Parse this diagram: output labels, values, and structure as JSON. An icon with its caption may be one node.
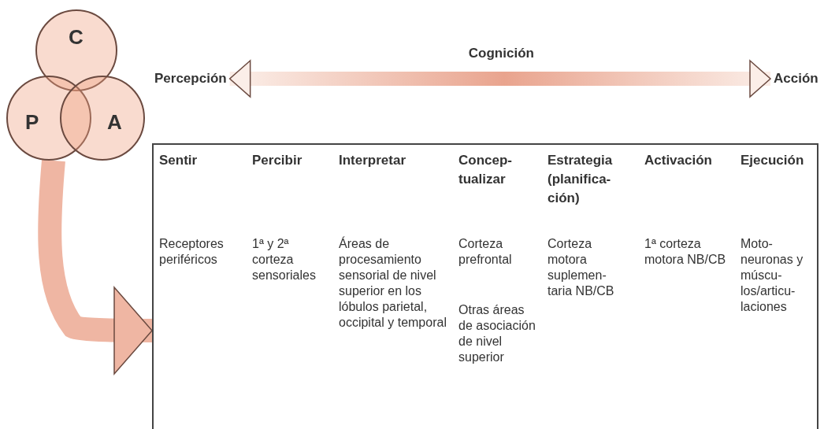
{
  "diagram": {
    "nodes": [
      {
        "text": [
          "C"
        ]
      },
      {
        "text": [
          "P"
        ]
      },
      {
        "text": [
          "A"
        ]
      },
      {
        "text": [
          "Percepción"
        ]
      },
      {
        "text": [
          "Acción"
        ]
      },
      {
        "text": [],
        "shape": "box"
      }
    ],
    "edges": [
      {
        "from": 3,
        "to": 4,
        "arrow": "both",
        "label": "Cognición"
      },
      {
        "from": 1,
        "to": 5,
        "arrow": "to"
      }
    ],
    "labels": [
      "Sentir",
      "Percibir",
      "Interpretar",
      "Concep- tualizar",
      "Estrategia (planifica- ción)",
      "Activación",
      "Ejecución",
      "Receptores periféricos",
      "1ª y 2ª corteza sensoriales",
      "Áreas de procesamiento sensorial de nivel superior en los lóbulos parietal, occipital y temporal",
      "Corteza prefrontal",
      "Otras áreas de asociación de nivel superior",
      "Corteza motora suplemen- taria NB/CB",
      "1ª corteza motora NB/CB",
      "Moto- neuronas y múscu- los/articu- laciones"
    ]
  }
}
